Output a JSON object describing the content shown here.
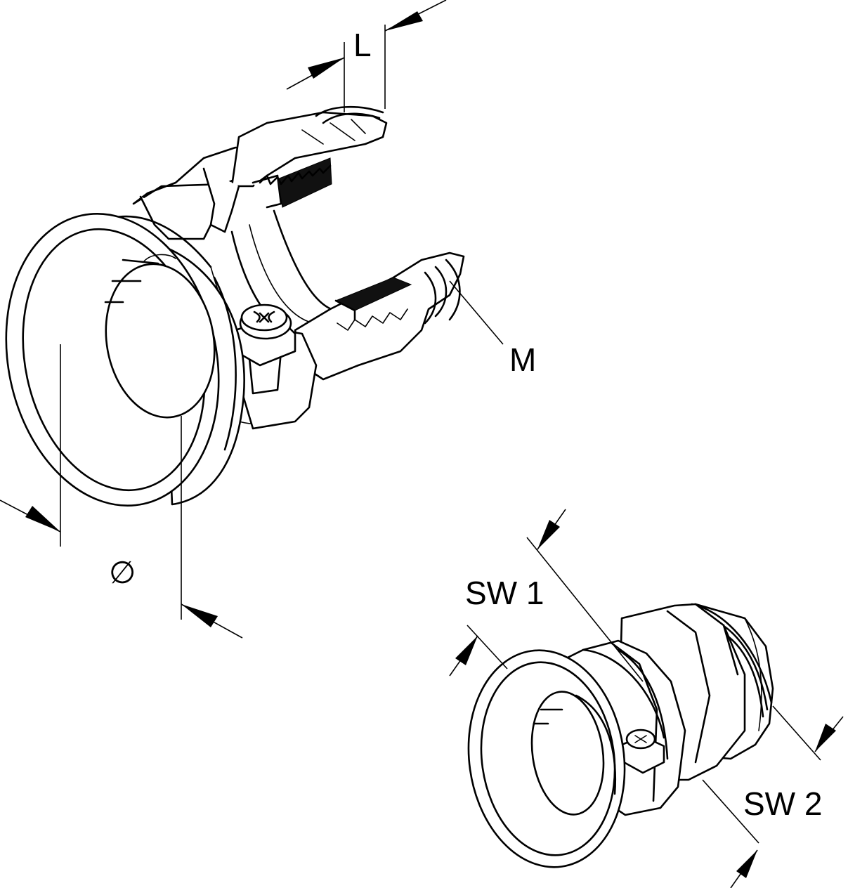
{
  "labels": {
    "length": "L",
    "diameter": "∅",
    "m": "M",
    "sw1": "SW 1",
    "sw2": "SW 2"
  },
  "colors": {
    "line": "#000000",
    "background": "#ffffff"
  }
}
